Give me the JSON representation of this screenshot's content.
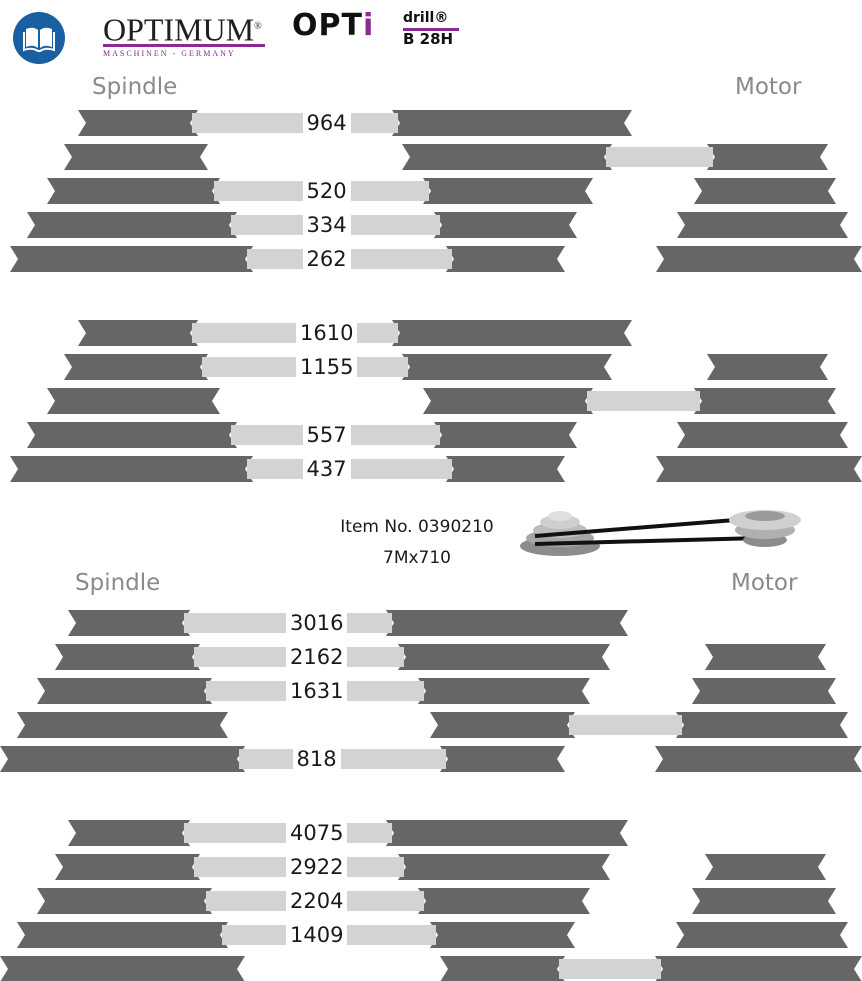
{
  "header": {
    "brand_name": "OPTIMUM",
    "brand_reg": "®",
    "brand_tagline": "MASCHINEN - GERMANY",
    "product_opti": "OPT",
    "product_i": "i",
    "product_drill": "drill®",
    "product_model": "B 28H",
    "manual_icon": "open-book-icon",
    "colors": {
      "brand_purple": "#8a2b8f",
      "manual_blue": "#1b5fa3"
    }
  },
  "machine": {
    "item_no": "Item No. 0390210",
    "belt": "7Mx710"
  },
  "colors": {
    "pulley": "#666666",
    "belt": "#d3d3d3",
    "text": "#1a1a1a",
    "label": "#8a8a8a"
  },
  "sections": [
    {
      "spindle_label": "Spindle",
      "motor_label": "Motor",
      "diagrams": [
        {
          "speeds": [
            "964",
            "",
            "520",
            "334",
            "262"
          ],
          "belt_step": 0,
          "motor_belt_step": 1
        },
        {
          "speeds": [
            "1610",
            "1155",
            "",
            "557",
            "437"
          ],
          "belt_step": 0,
          "motor_belt_step": 2
        }
      ]
    },
    {
      "spindle_label": "Spindle",
      "motor_label": "Motor",
      "diagrams": [
        {
          "speeds": [
            "3016",
            "2162",
            "1631",
            "",
            "818"
          ],
          "belt_step": 0,
          "motor_belt_step": 3
        },
        {
          "speeds": [
            "4075",
            "2922",
            "2204",
            "1409",
            ""
          ],
          "belt_step": 0,
          "motor_belt_step": 4
        }
      ]
    }
  ]
}
